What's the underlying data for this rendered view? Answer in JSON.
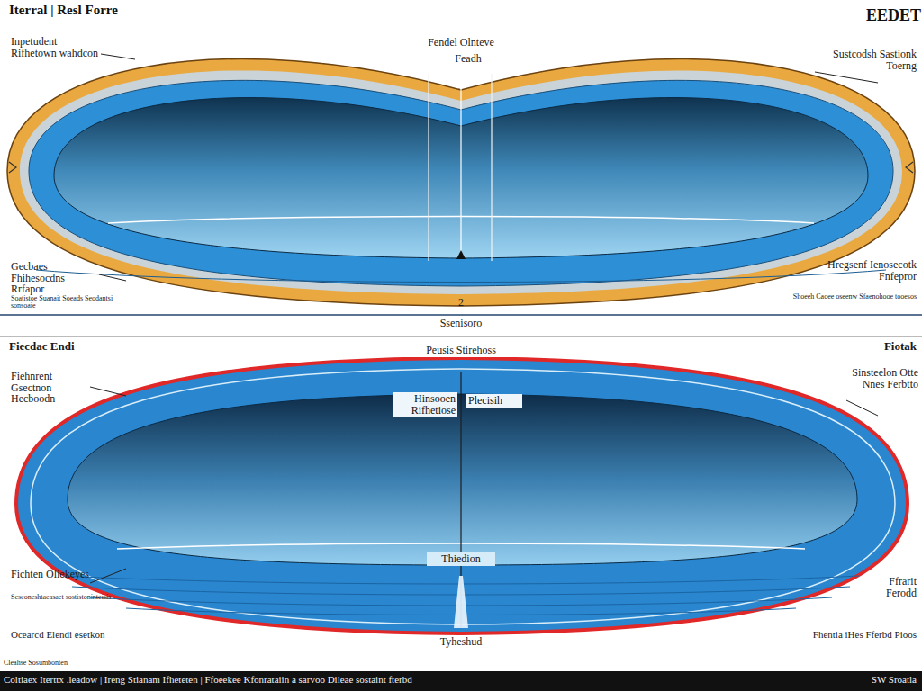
{
  "diagram": {
    "title": "Iterral | Resl Forre",
    "caption": "Coltiaex Iterttx .leadow | Ireng Stianam Ifheteten | Ffoeekee Kfonrataiin a sarvoo Dileae sostaint fterbd",
    "nodes": [
      {
        "text": [
          "Feadh"
        ]
      },
      {
        "text": [
          "Hinsooen Rifhetiose",
          "Plecisih",
          "Thiedion"
        ]
      }
    ],
    "labels": [
      "EEDET",
      "Inpetudent Rifhetown wahdcon",
      "Fendel Olnteve",
      "Sustcodsh Sastionk Toerng",
      "Gecbaes Fhihesocdns Rrfapor",
      "Soatistoe Suanait Soeads Seodantsi sonsoaie",
      "Hregsenf Ienosecotk Fnfepror",
      "Shoeeh Caoee oseenw Sfaenohooe tooesos",
      "2",
      "Ssenisoro",
      "Fiecdac Endi",
      "Peusis Stirehoss",
      "Fiotak",
      "Fiehnrent Gsectnon Hecboodn",
      "Sinsteelon Otte Nnes Ferbtto",
      "Fichten Oliekeyes",
      "Seseoneshtaeasaet sostistoninteisis",
      "Ffrarit Ferodd",
      "Ocearcd Elendi esetkon",
      "Fhentia iHes Fferbd Pioos",
      "Tyheshud",
      "Cleahse Sosumbonten",
      "SW Sroatla"
    ]
  }
}
